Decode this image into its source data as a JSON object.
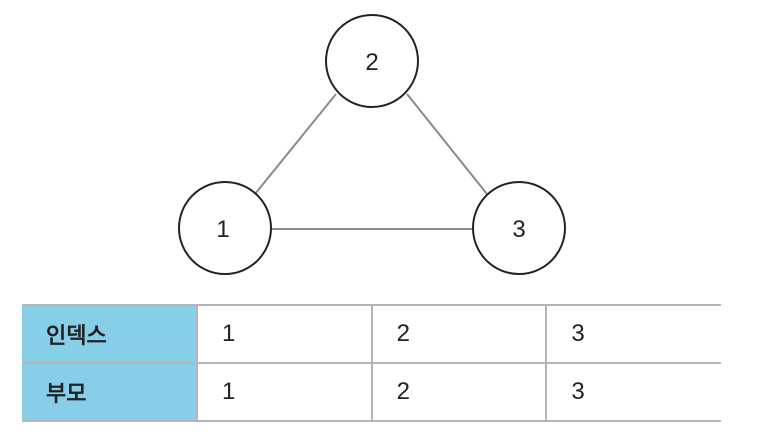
{
  "nodes": [
    {
      "id": "n2",
      "label": "2"
    },
    {
      "id": "n1",
      "label": "1"
    },
    {
      "id": "n3",
      "label": "3"
    }
  ],
  "edges": [
    [
      "1",
      "2"
    ],
    [
      "2",
      "3"
    ],
    [
      "1",
      "3"
    ]
  ],
  "table": {
    "rows": [
      {
        "header": "인덱스",
        "cells": [
          "1",
          "2",
          "3"
        ]
      },
      {
        "header": "부모",
        "cells": [
          "1",
          "2",
          "3"
        ]
      }
    ]
  },
  "colors": {
    "header_fill": "#87cfe8",
    "line": "#8a8a8a",
    "node_stroke": "#222222"
  }
}
